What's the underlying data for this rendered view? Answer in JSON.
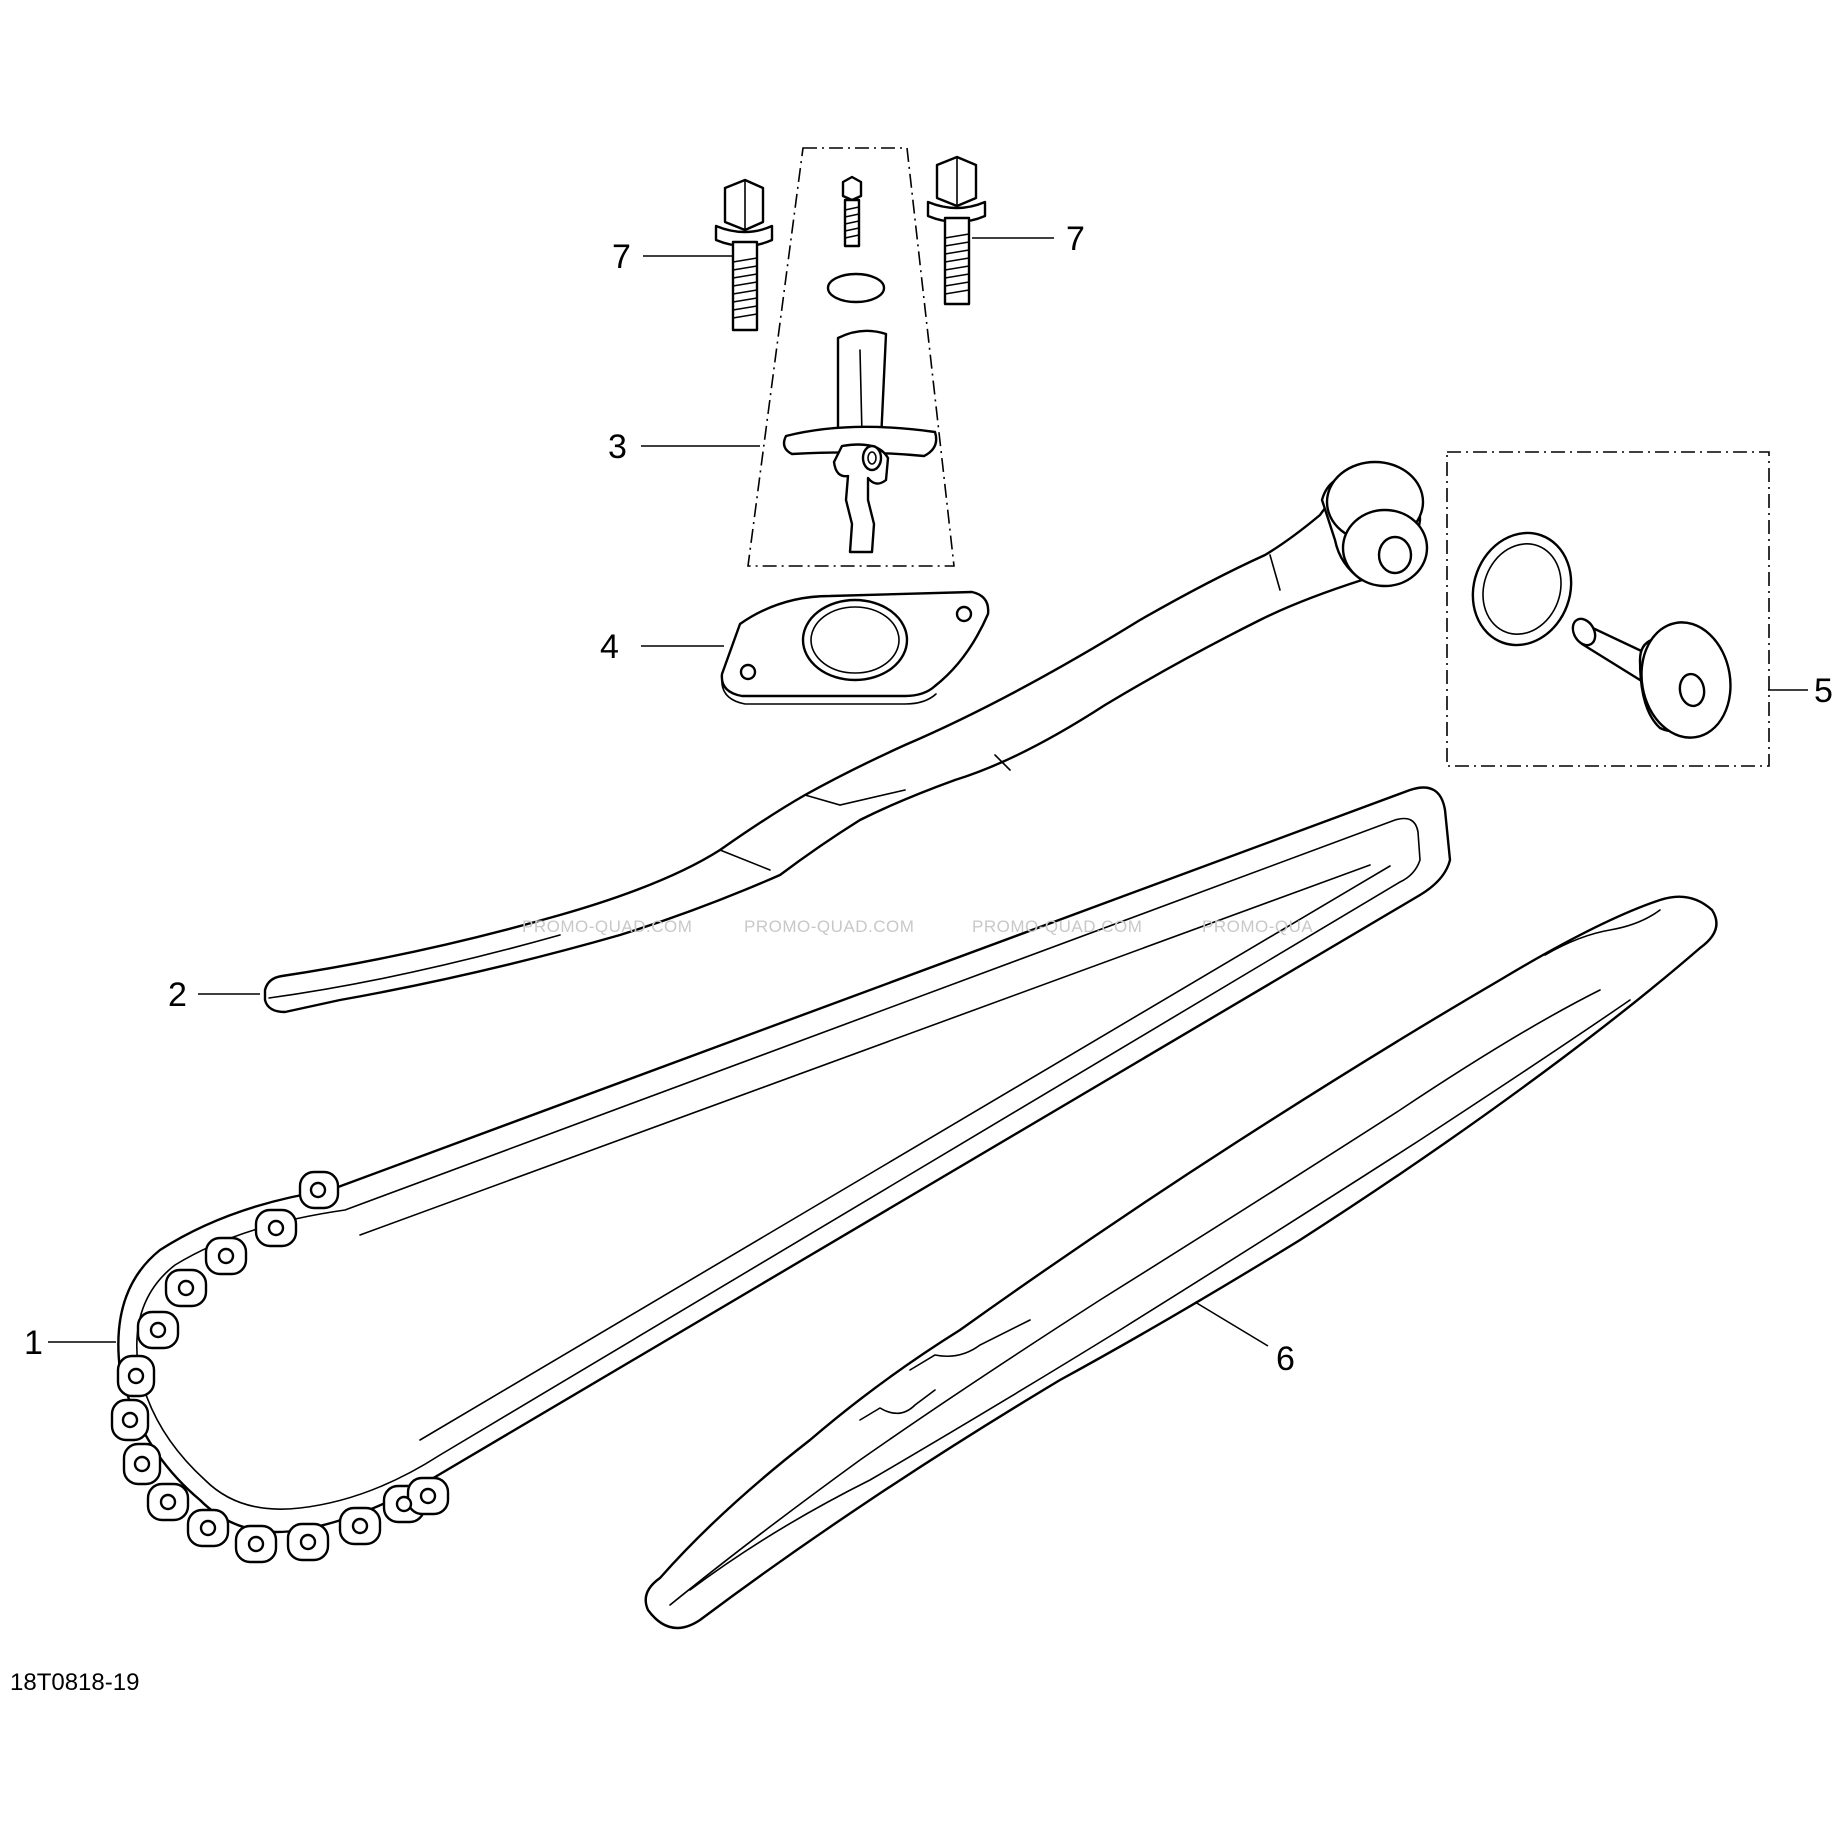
{
  "callouts": {
    "c1": "1",
    "c2": "2",
    "c3": "3",
    "c4": "4",
    "c5": "5",
    "c6": "6",
    "c7a": "7",
    "c7b": "7"
  },
  "figure_code": "18T0818-19",
  "watermark": [
    "PROMO-QUAD.COM",
    "PROMO-QUAD.COM",
    "PROMO-QUAD.COM",
    "PROMO-QUA"
  ],
  "colors": {
    "line": "#000000",
    "watermark": "#c8c8c8",
    "background": "#ffffff"
  }
}
